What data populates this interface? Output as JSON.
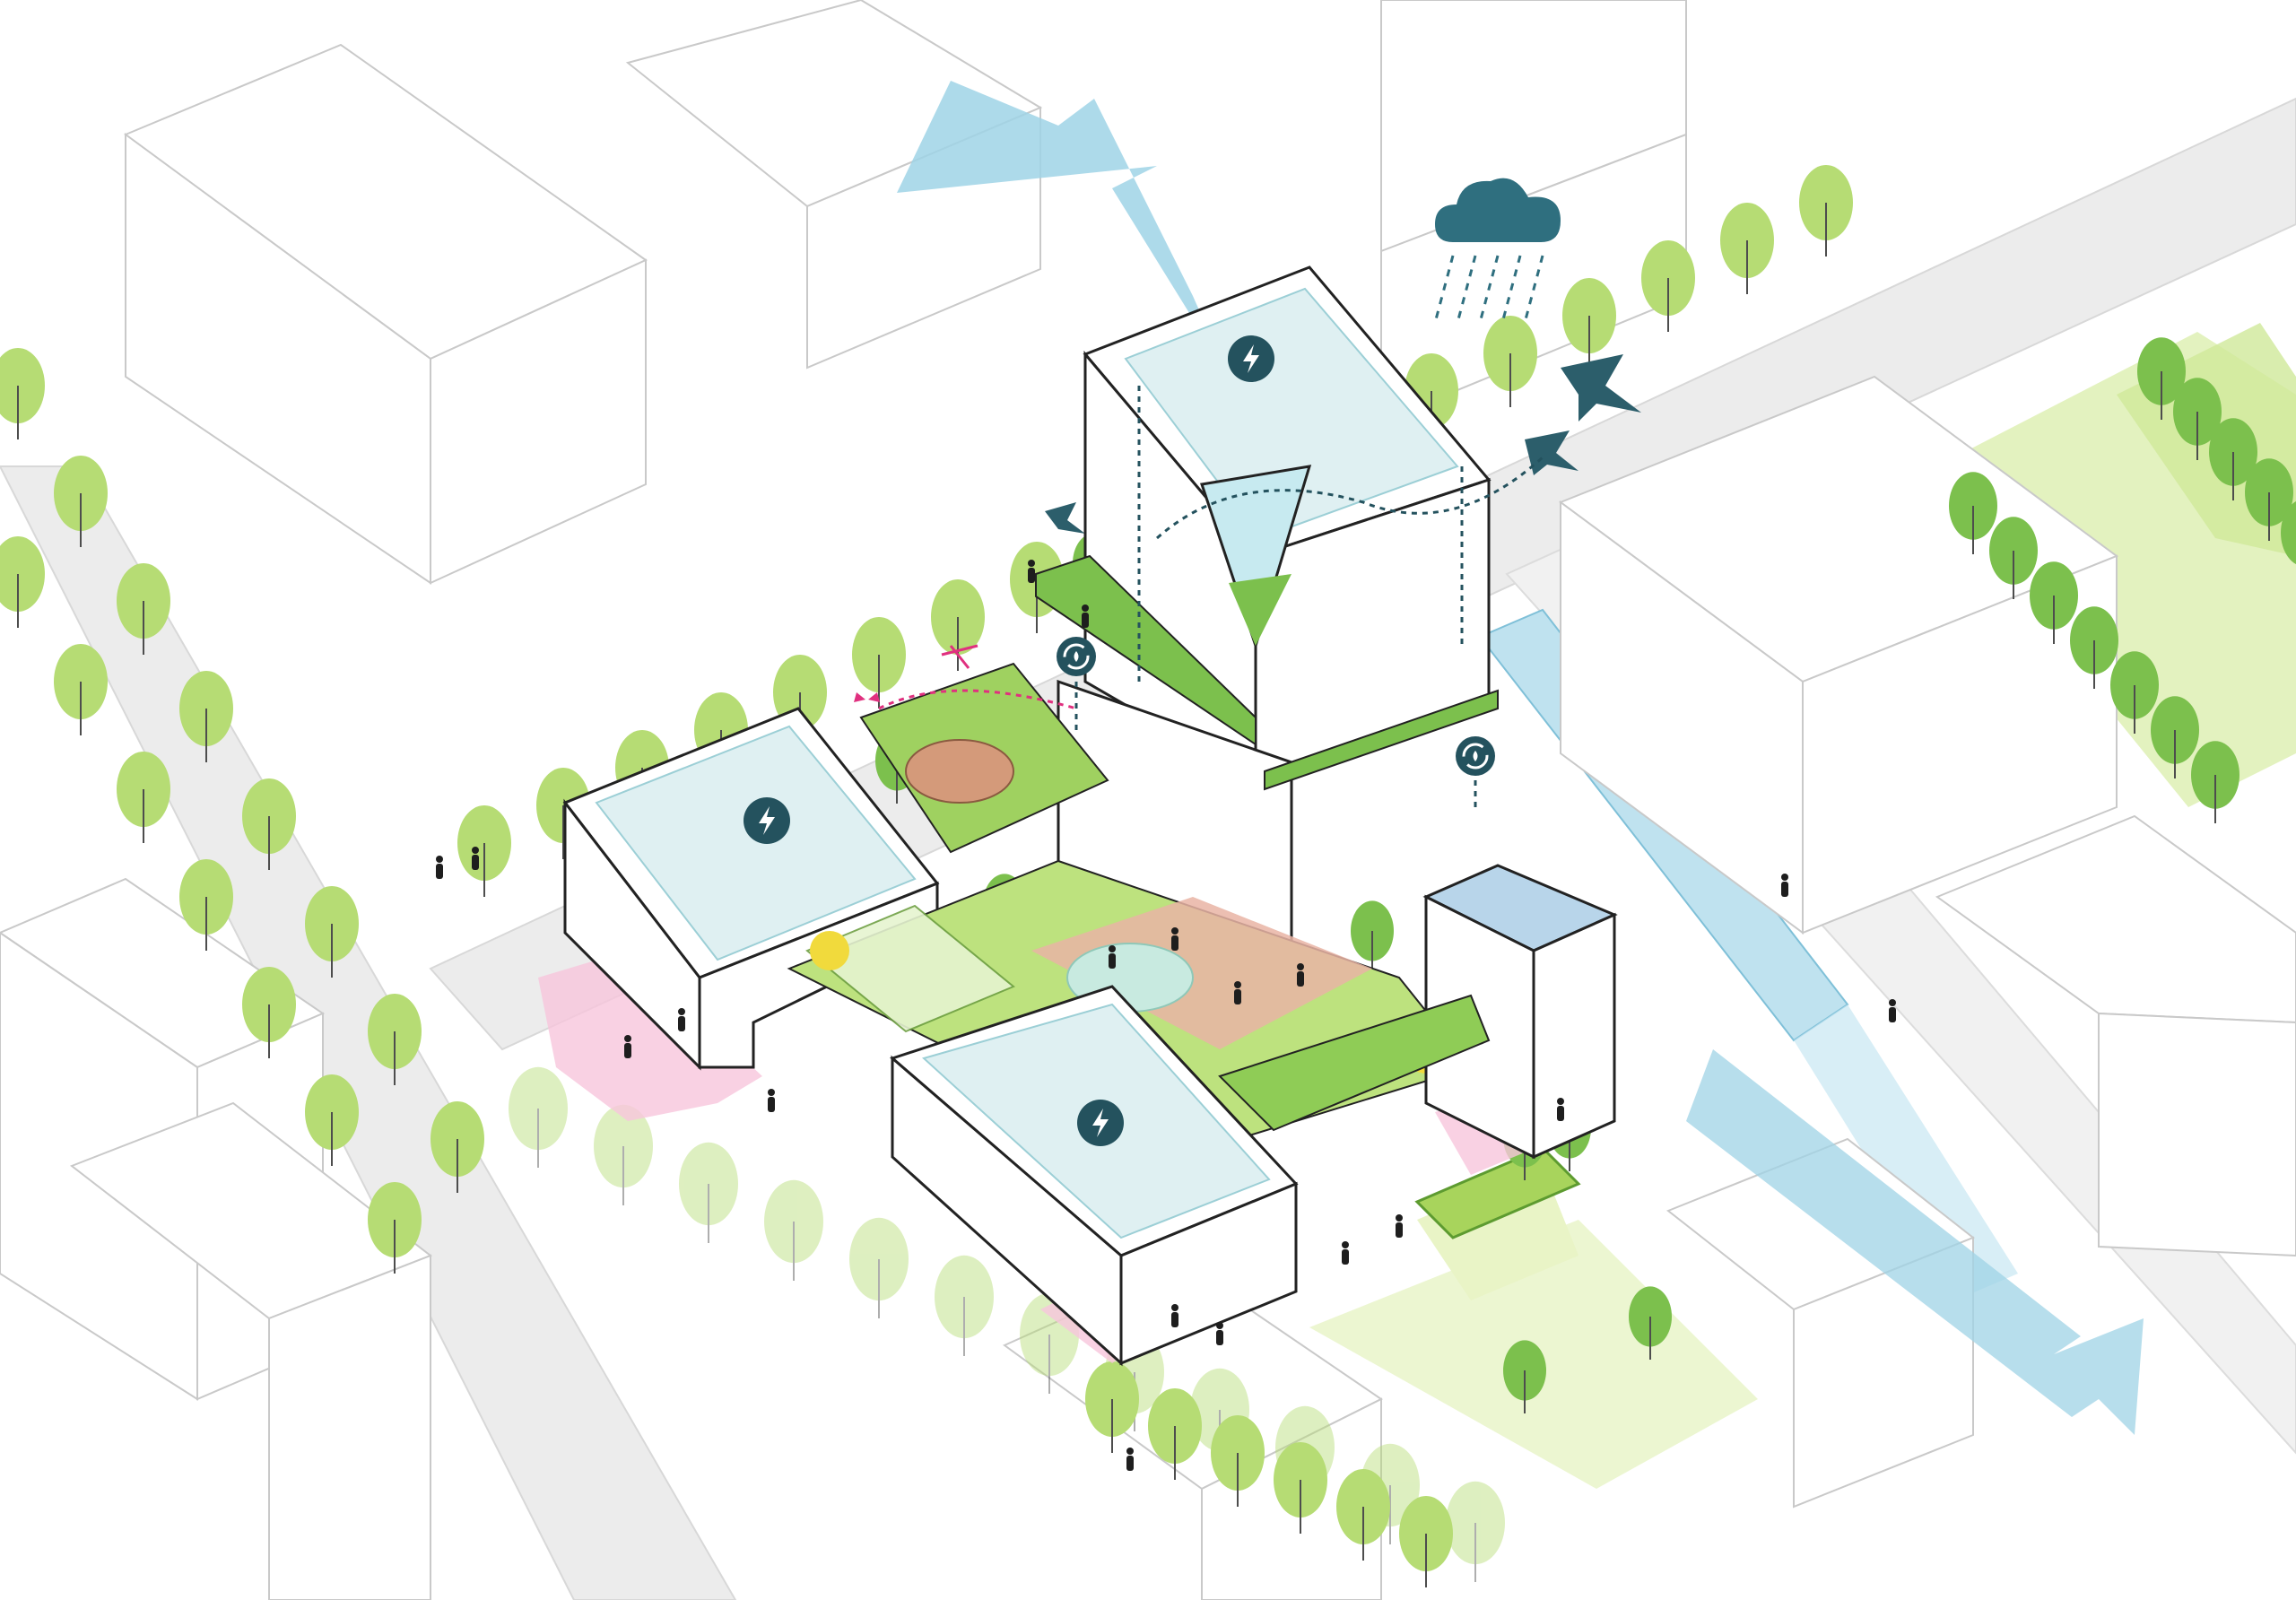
{
  "diagram": {
    "style": "isometric sustainability axonometric",
    "colors": {
      "background": "#ffffff",
      "context_building": "#ffffff",
      "context_line": "#c9c9c9",
      "road": "#e6e6e6",
      "tree_light": "#b6dc74",
      "tree_dark": "#7cc04d",
      "green_area": "#e3f2bf",
      "water": "#bfe2ef",
      "water_dark": "#9dd0e3",
      "solar_panel": "#dff0f2",
      "icon_dark": "#24525e",
      "pink_plaza": "#f7c6dc",
      "magenta": "#e0307f",
      "courtyard_floor": "#e9b4a5",
      "yellow": "#f1da3c",
      "bird": "#2c5e6b"
    },
    "icons": [
      "cloud-rain-icon",
      "energy-bolt-icon",
      "water-cycle-icon",
      "bird-icon",
      "butterfly-icon",
      "dragonfly-icon",
      "person-icon",
      "cyclist-icon"
    ],
    "flows": [
      "air-flow-arrow-north",
      "air-flow-arrow-southeast"
    ]
  }
}
